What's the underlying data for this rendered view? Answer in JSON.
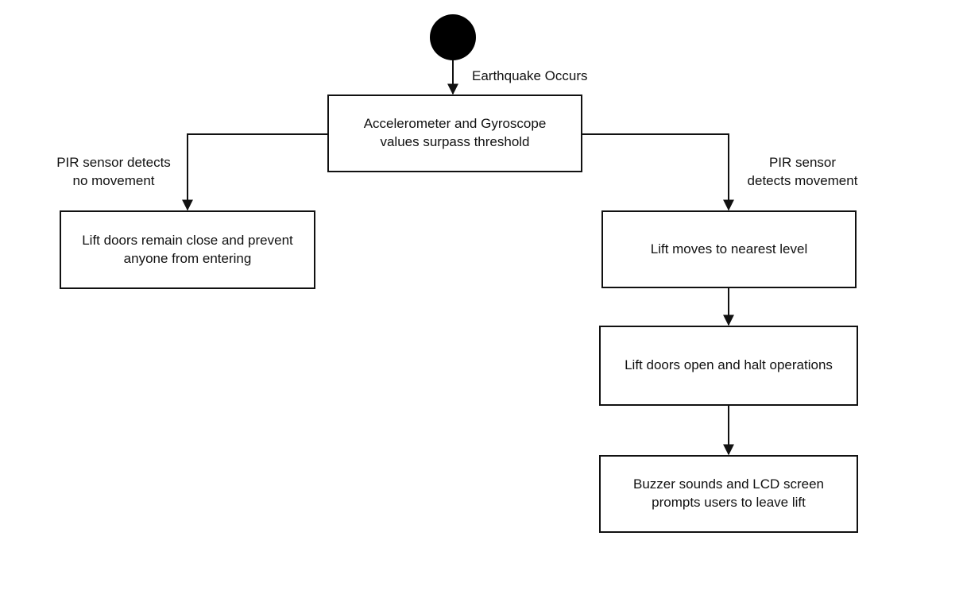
{
  "diagram": {
    "nodes": {
      "start": {
        "kind": "initial-state"
      },
      "threshold": {
        "lines": [
          "Accelerometer and Gyroscope",
          "values surpass threshold"
        ]
      },
      "doors_closed": {
        "lines": [
          "Lift doors remain close and prevent",
          "anyone from entering"
        ]
      },
      "nearest_level": {
        "lines": [
          "Lift moves to nearest level"
        ]
      },
      "doors_open": {
        "lines": [
          "Lift doors open and halt operations"
        ]
      },
      "buzzer": {
        "lines": [
          "Buzzer sounds and LCD screen",
          "prompts users to leave lift"
        ]
      }
    },
    "edge_labels": {
      "earthquake": "Earthquake Occurs",
      "no_movement": [
        "PIR sensor detects",
        "no movement"
      ],
      "movement": [
        "PIR sensor",
        "detects movement"
      ]
    },
    "edges": [
      {
        "from": "start",
        "to": "threshold",
        "label": "Earthquake Occurs"
      },
      {
        "from": "threshold",
        "to": "doors_closed",
        "label": "PIR sensor detects no movement"
      },
      {
        "from": "threshold",
        "to": "nearest_level",
        "label": "PIR sensor detects movement"
      },
      {
        "from": "nearest_level",
        "to": "doors_open",
        "label": ""
      },
      {
        "from": "doors_open",
        "to": "buzzer",
        "label": ""
      }
    ]
  }
}
